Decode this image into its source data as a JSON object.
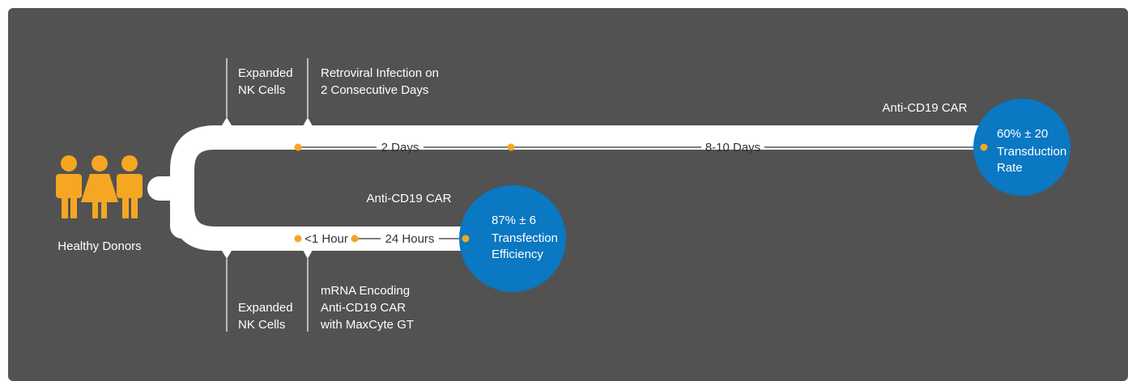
{
  "source_label": "Healthy Donors",
  "top_path": {
    "label_expanded": "Expanded\nNK Cells",
    "label_step": "Retroviral Infection on\n2 Consecutive Days",
    "interval_1": "2 Days",
    "interval_2": "8-10 Days",
    "result_title": "Anti-CD19 CAR",
    "result_value": "60% ± 20",
    "result_metric": "Transduction\nRate"
  },
  "bottom_path": {
    "label_expanded": "Expanded\nNK Cells",
    "label_step": "mRNA Encoding\nAnti-CD19 CAR\nwith MaxCyte GT",
    "interval_1": "<1 Hour",
    "interval_2": "24 Hours",
    "result_title": "Anti-CD19 CAR",
    "result_value": "87% ± 6",
    "result_metric": "Transfection\nEfficiency"
  },
  "colors": {
    "background": "#525252",
    "track": "#ffffff",
    "accent_orange": "#f5a623",
    "circle_blue": "#0a78c2",
    "line": "#333333"
  },
  "icons": [
    "male-person-icon",
    "female-person-icon",
    "male-person-icon"
  ]
}
